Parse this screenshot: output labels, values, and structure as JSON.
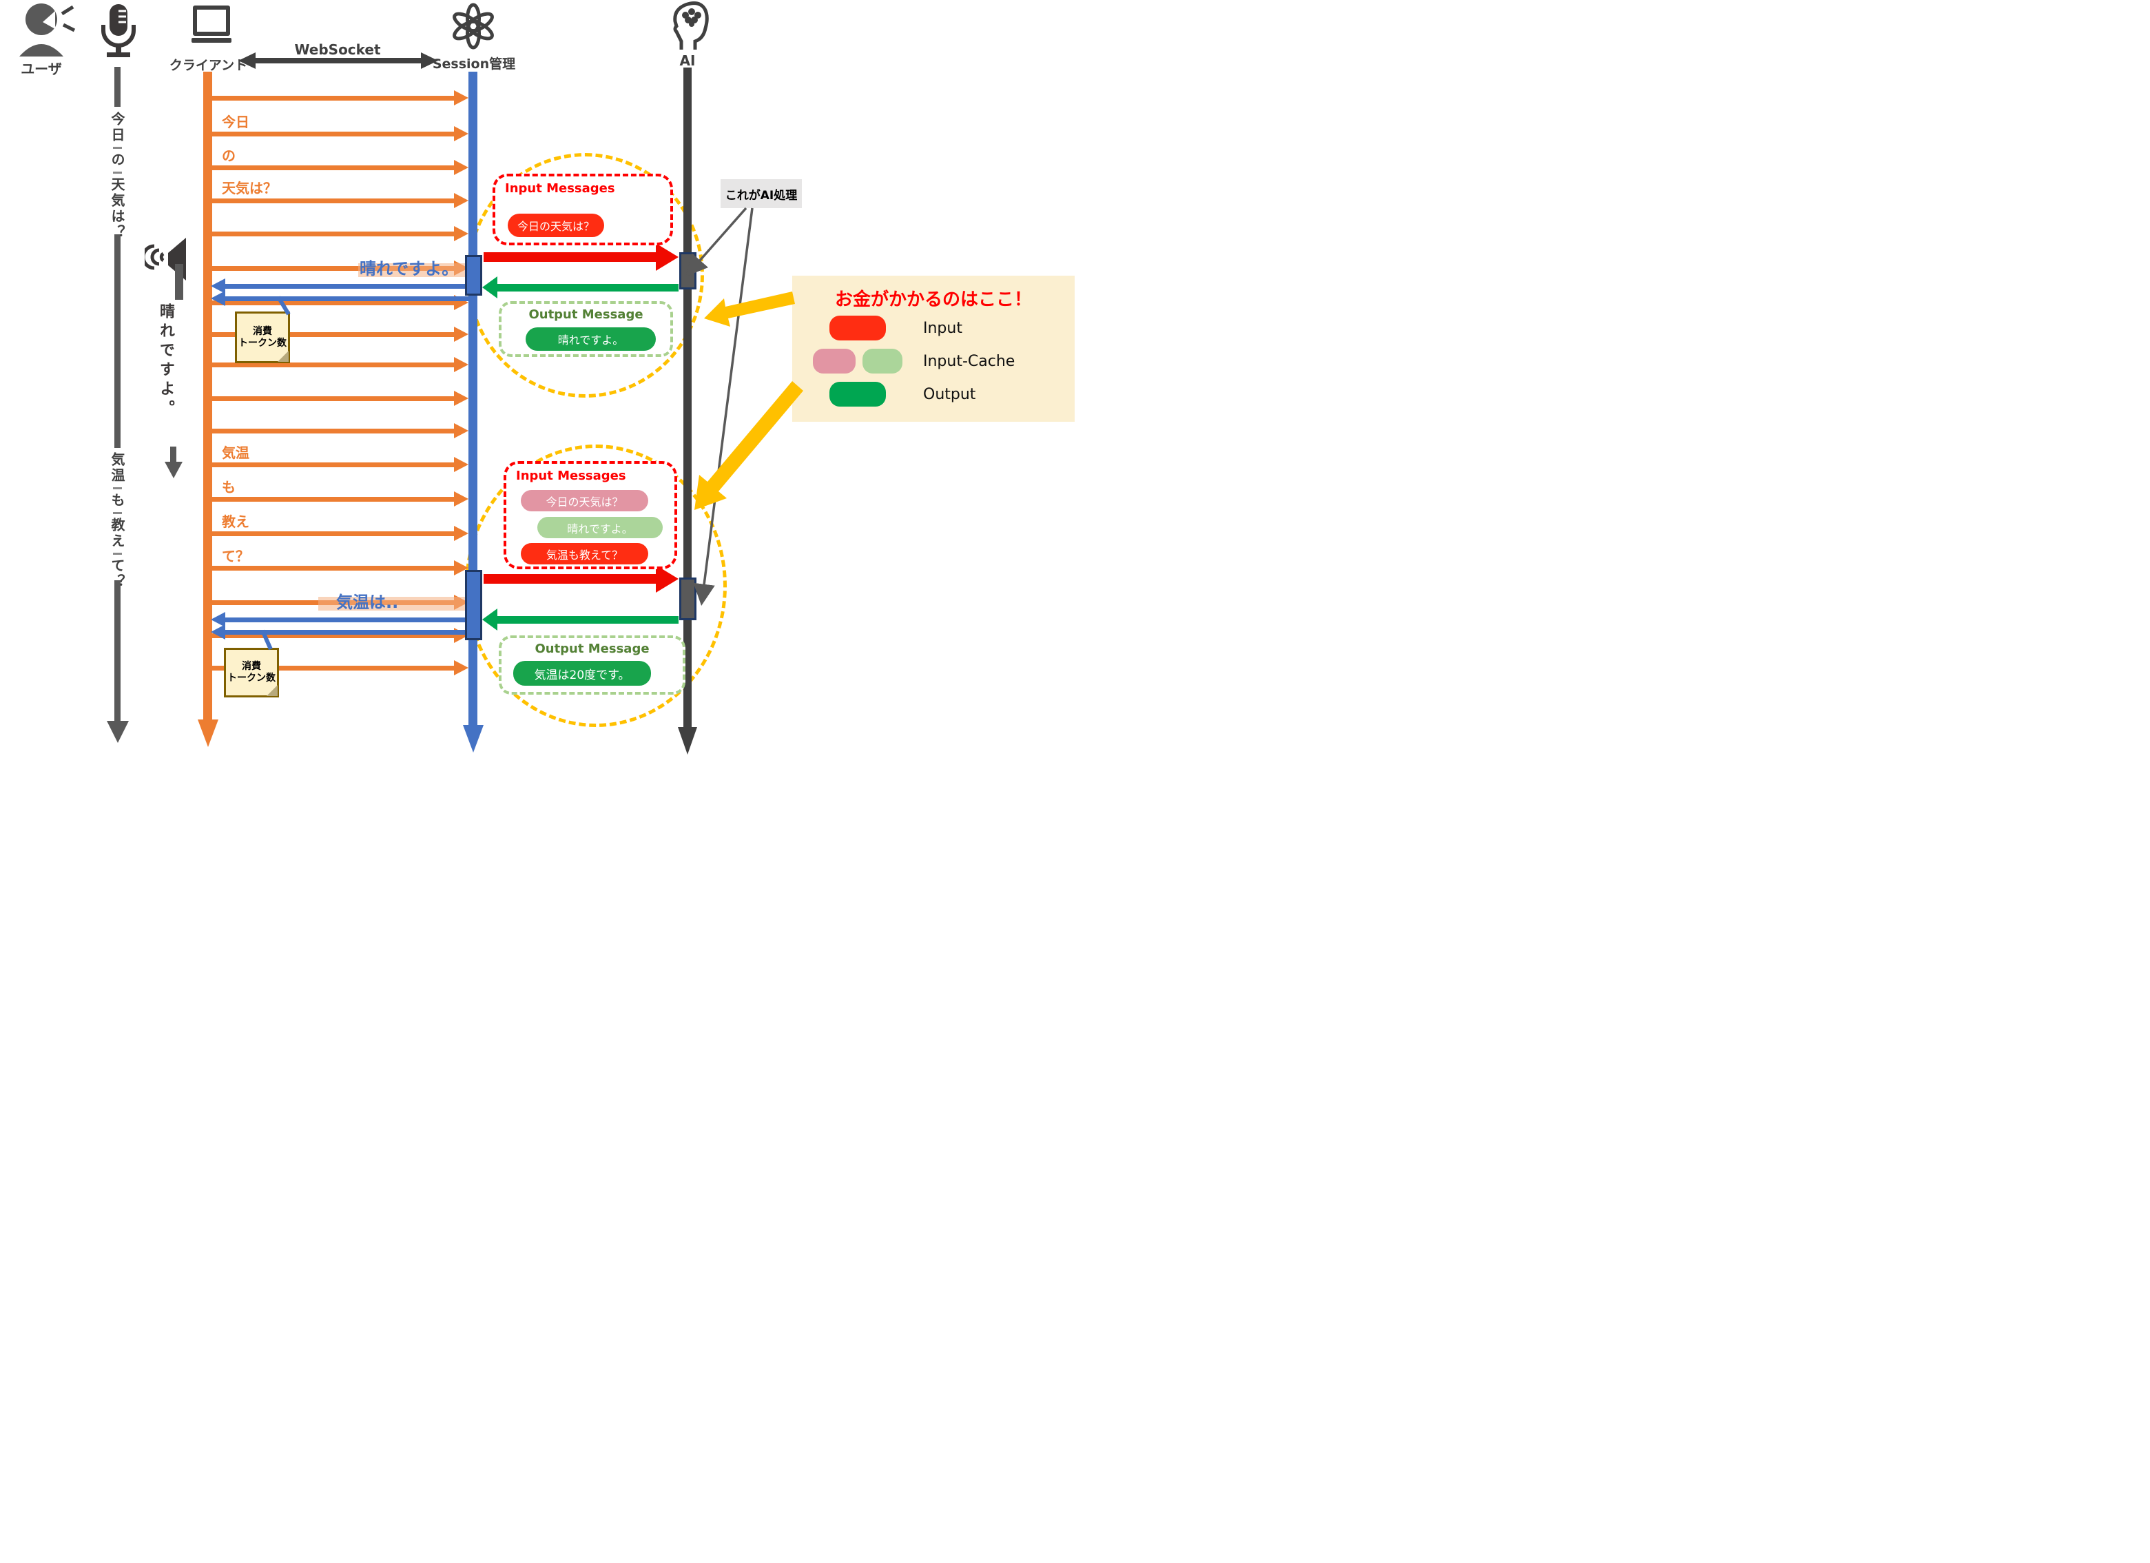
{
  "header": {
    "user_label": "ユーザ",
    "client_label": "クライアント",
    "websocket_label": "WebSocket",
    "session_label": "Session管理",
    "ai_label": "AI"
  },
  "user_flow": {
    "question1_segments": [
      "今日",
      "の",
      "天気は？"
    ],
    "answer1": "晴れですよ。",
    "question2_segments": [
      "気温",
      "も",
      "教え",
      "て？"
    ]
  },
  "client_messages": {
    "q1_labels": [
      "今日",
      "の",
      "天気は？"
    ],
    "reply1": "晴れですよ。",
    "q2_labels": [
      "気温",
      "も",
      "教え",
      "て？"
    ],
    "reply2": "気温は.."
  },
  "round1": {
    "input_title": "Input Messages",
    "input_pill": "今日の天気は？",
    "output_title": "Output Message",
    "output_pill": "晴れですよ。"
  },
  "round2": {
    "input_title": "Input Messages",
    "input_pills": {
      "cached_question": "今日の天気は？",
      "cached_answer": "晴れですよ。",
      "new_question": "気温も教えて？"
    },
    "output_title": "Output Message",
    "output_pill": "気温は20度です。"
  },
  "notes": {
    "token_note": {
      "line1": "消費",
      "line2": "トークン数"
    }
  },
  "ai_callout": "これがAI処理",
  "legend": {
    "title": "お金がかかるのはここ！",
    "rows": [
      {
        "label": "Input"
      },
      {
        "label": "Input-Cache"
      },
      {
        "label": "Output"
      }
    ]
  },
  "colors": {
    "client_orange": "#ED7D31",
    "session_blue": "#4472C4",
    "ai_charcoal": "#404040",
    "request_red": "#FF0000",
    "input_pill_red": "#FF2D12",
    "cache_pink": "#E295A3",
    "cache_green": "#ABD59A",
    "output_green": "#00A651",
    "highlight_yellow": "#FFC000"
  }
}
